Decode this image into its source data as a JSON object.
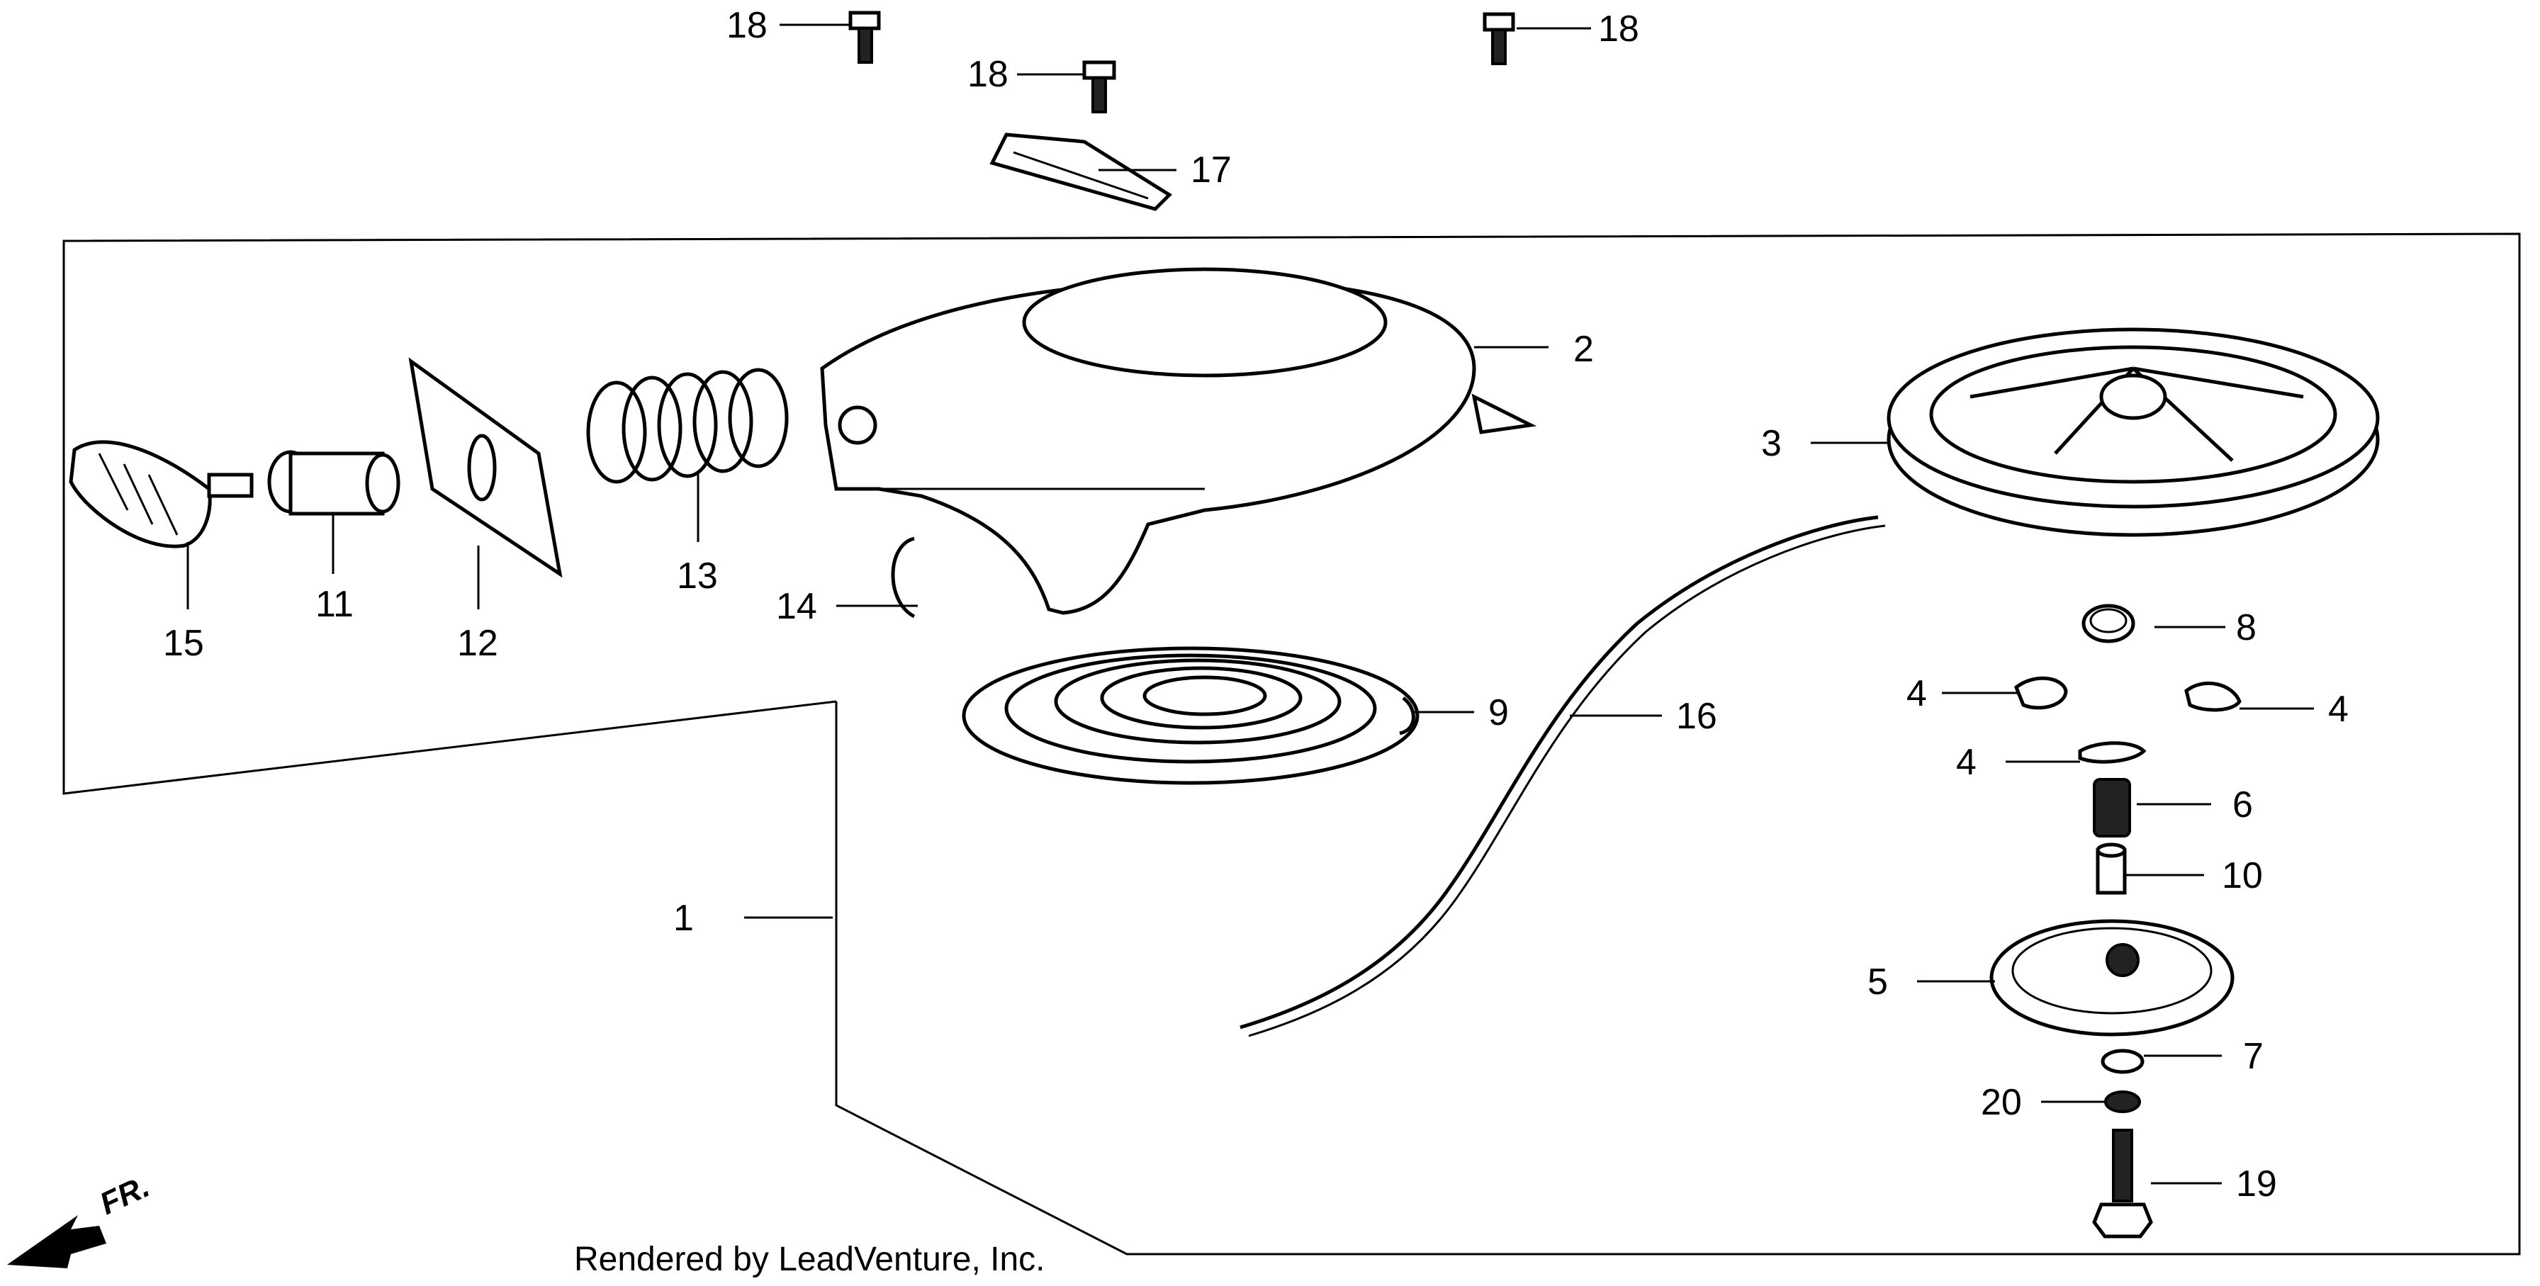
{
  "labels": {
    "p1": "1",
    "p2": "2",
    "p3": "3",
    "p4a": "4",
    "p4b": "4",
    "p4c": "4",
    "p5": "5",
    "p6": "6",
    "p7": "7",
    "p8": "8",
    "p9": "9",
    "p10": "10",
    "p11": "11",
    "p12": "12",
    "p13": "13",
    "p14": "14",
    "p15": "15",
    "p16": "16",
    "p17": "17",
    "p18a": "18",
    "p18b": "18",
    "p18c": "18",
    "p19": "19",
    "p20": "20"
  },
  "direction_marker": "FR.",
  "credit": "Rendered by LeadVenture, Inc.",
  "icons": [
    "front-direction-arrow-icon"
  ]
}
